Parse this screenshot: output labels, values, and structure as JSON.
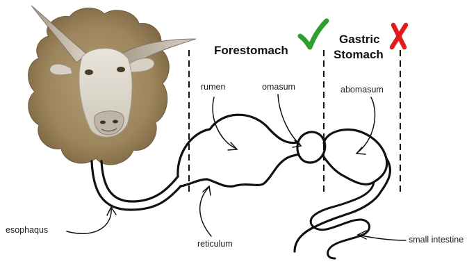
{
  "headings": {
    "forestomach": "Forestomach",
    "gastric_line1": "Gastric",
    "gastric_line2": "Stomach"
  },
  "labels": {
    "rumen": "rumen",
    "omasum": "omasum",
    "abomasum": "abomasum",
    "reticulum": "reticulum",
    "esophagus": "esophaqus",
    "small_intestine": "small intestine"
  },
  "icons": {
    "forestomach_mark": "check-icon",
    "gastric_mark": "cross-icon"
  },
  "colors": {
    "check": "#2e9e2e",
    "cross": "#e01b1b",
    "ink": "#111111"
  }
}
